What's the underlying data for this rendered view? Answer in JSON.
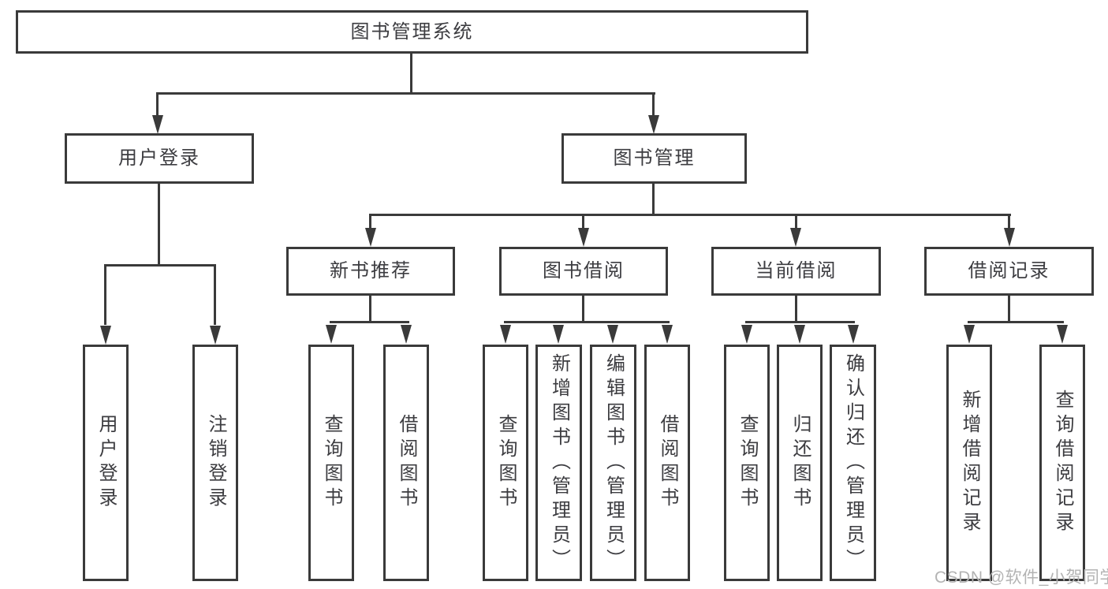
{
  "diagram": {
    "title": "图书管理系统",
    "level1": {
      "user_login": "用户登录",
      "book_mgmt": "图书管理"
    },
    "level2": {
      "new_book_rec": "新书推荐",
      "book_borrow": "图书借阅",
      "current_borrow": "当前借阅",
      "borrow_records": "借阅记录"
    },
    "leaves": {
      "user_login": "用户登录",
      "logout": "注销登录",
      "query_book_b": "查询图书",
      "borrow_book_b": "借阅图书",
      "query_book_c": "查询图书",
      "add_book": "新增图书（管理员）",
      "edit_book": "编辑图书（管理员）",
      "borrow_book_c": "借阅图书",
      "query_book_d": "查询图书",
      "return_book": "归还图书",
      "confirm_return": "确认归还（管理员）",
      "add_borrow_record": "新增借阅记录",
      "query_borrow_record": "查询借阅记录"
    }
  },
  "watermark": {
    "text": "CSDN @软件_小贺同学"
  },
  "colors": {
    "stroke": "#3a3a3a",
    "text": "#3c3c40",
    "watermark": "#b3b3b3",
    "background": "#ffffff"
  }
}
